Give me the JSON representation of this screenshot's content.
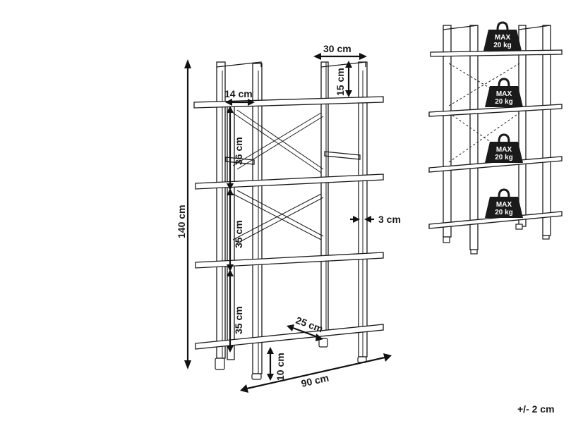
{
  "dimensions": {
    "height_total": "140 cm",
    "shelf_depth": "30 cm",
    "top_gap": "15 cm",
    "leg_inset": "14 cm",
    "shelf_gap_1": "36 cm",
    "shelf_gap_2": "35 cm",
    "shelf_gap_3": "35 cm",
    "frame_thickness": "3 cm",
    "inner_depth": "25 cm",
    "floor_clearance": "10 cm",
    "width_total": "90 cm"
  },
  "weight_label_line1": "MAX",
  "weight_label_line2": "20 kg",
  "tolerance": "+/- 2 cm",
  "colors": {
    "ink": "#1a1a1a",
    "background": "#ffffff"
  },
  "icons": [
    "weight-icon"
  ]
}
